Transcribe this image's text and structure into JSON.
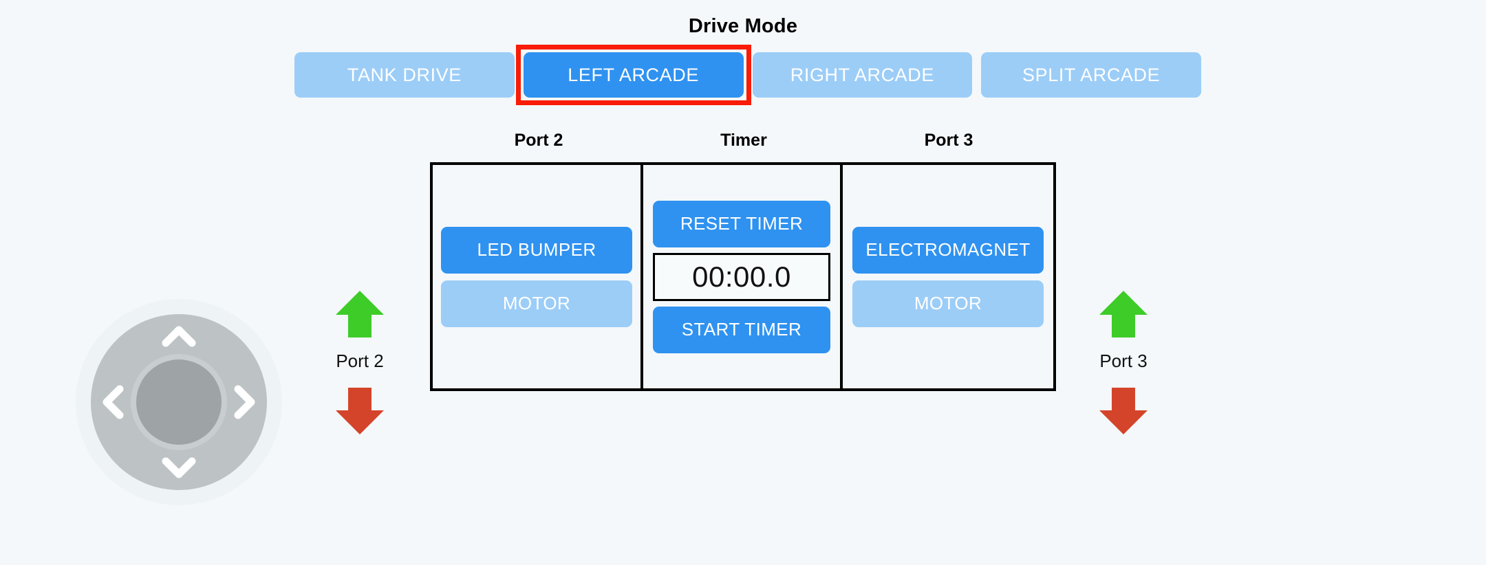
{
  "header": {
    "title": "Drive Mode"
  },
  "drive_modes": {
    "selected": "LEFT ARCADE",
    "options": [
      {
        "label": "TANK DRIVE",
        "active": false
      },
      {
        "label": "LEFT ARCADE",
        "active": true
      },
      {
        "label": "RIGHT ARCADE",
        "active": false
      },
      {
        "label": "SPLIT ARCADE",
        "active": false
      }
    ]
  },
  "panels": {
    "port2": {
      "header": "Port 2",
      "buttons": [
        {
          "label": "LED BUMPER",
          "active": true
        },
        {
          "label": "MOTOR",
          "active": false
        }
      ]
    },
    "timer": {
      "header": "Timer",
      "reset_label": "RESET TIMER",
      "display": "00:00.0",
      "start_label": "START TIMER"
    },
    "port3": {
      "header": "Port 3",
      "buttons": [
        {
          "label": "ELECTROMAGNET",
          "active": true
        },
        {
          "label": "MOTOR",
          "active": false
        }
      ]
    }
  },
  "dpad": {
    "up_icon": "chevron-up-icon",
    "down_icon": "chevron-down-icon",
    "left_icon": "chevron-left-icon",
    "right_icon": "chevron-right-icon"
  },
  "port_clusters": {
    "left": {
      "label": "Port 2",
      "up_icon": "arrow-up-icon",
      "down_icon": "arrow-down-icon"
    },
    "right": {
      "label": "Port 3",
      "up_icon": "arrow-up-icon",
      "down_icon": "arrow-down-icon"
    }
  },
  "colors": {
    "background": "#f4f8fa",
    "button_active": "#2f92f0",
    "button_inactive": "#9ccdf7",
    "selection_outline": "#f91c06",
    "arrow_up": "#3ecc28",
    "arrow_down": "#d4442a",
    "panel_border": "#000000",
    "dpad_disc": "#bdc2c4",
    "dpad_center": "#9ea4a6"
  }
}
